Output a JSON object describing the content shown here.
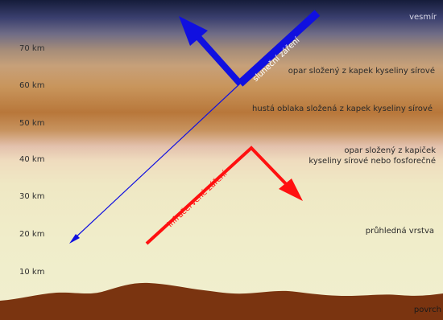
{
  "altitude_labels": [
    "70 km",
    "60 km",
    "50 km",
    "40 km",
    "30 km",
    "20 km",
    "10 km"
  ],
  "layers": {
    "space": "vesmír",
    "haze_upper": "opar složený z kapek kyseliny sírové",
    "dense_clouds": "hustá oblaka složená z kapek kyseliny sírové",
    "haze_lower_line1": "opar složený z kapiček",
    "haze_lower_line2": "kyseliny sírové nebo fosforečné",
    "clear_layer": "průhledná vrstva",
    "surface": "povrch"
  },
  "arrows": {
    "solar_label": "sluneční záření",
    "infrared_label": "infračervené záření"
  },
  "colors": {
    "solar": "#1010e0",
    "infrared": "#ff1010",
    "surface": "#7a3410"
  }
}
